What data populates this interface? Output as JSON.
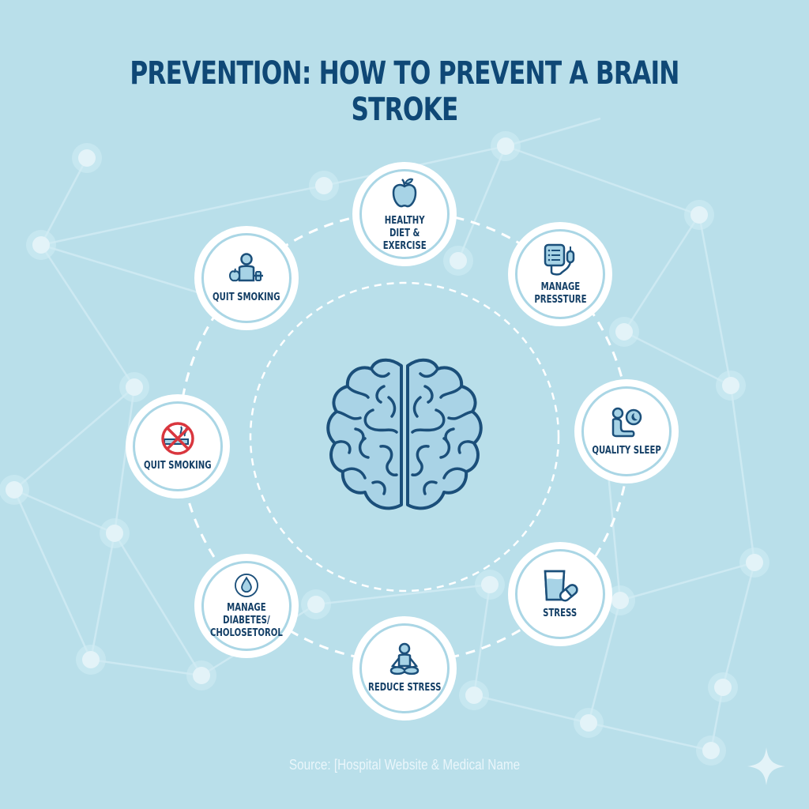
{
  "title": "PREVENTION: HOW TO PREVENT A BRAIN STROKE",
  "center": {
    "icon": "brain-icon"
  },
  "nodes": [
    {
      "id": "healthy-diet",
      "label": "HEALTHY\nDIET &\nEXERCISE",
      "icon": "apple-icon"
    },
    {
      "id": "manage-pressure",
      "label": "MANAGE\nPRESSTURE",
      "icon": "blood-pressure-monitor-icon"
    },
    {
      "id": "quality-sleep",
      "label": "QUALITY SLEEP",
      "icon": "sleep-person-moon-icon"
    },
    {
      "id": "stress",
      "label": "STRESS",
      "icon": "water-glass-pill-icon"
    },
    {
      "id": "reduce-stress",
      "label": "REDUCE STRESS",
      "icon": "meditation-icon"
    },
    {
      "id": "manage-diabetes",
      "label": "MANAGE\nDIABETES/\nCHOLOSETOROL",
      "icon": "blood-drop-icon"
    },
    {
      "id": "quit-smoking-no-smoke",
      "label": "QUIT SMOKING",
      "icon": "no-smoking-icon"
    },
    {
      "id": "quit-smoking-person",
      "label": "QUIT SMOKING",
      "icon": "person-apple-dumbbell-icon"
    }
  ],
  "source": "Source: [Hospital Website & Medical Name",
  "colors": {
    "background": "#b9dfea",
    "title": "#0f4876",
    "icon_stroke": "#1b4f7a",
    "icon_fill": "#a7d3e6",
    "no_smoking_red": "#d9363e",
    "node_ring": "#aad6e5"
  }
}
